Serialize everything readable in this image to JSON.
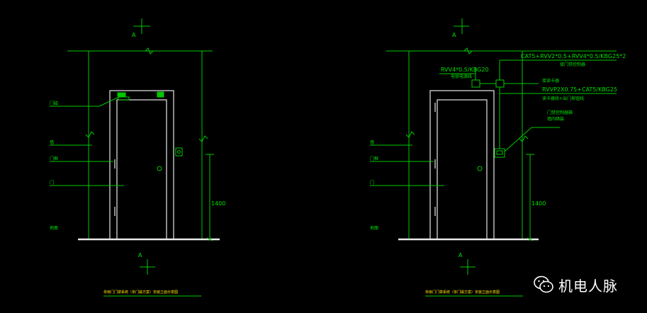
{
  "left_drawing": {
    "section_mark_top": "A",
    "section_mark_bottom": "A",
    "labels": [
      "门磁",
      "墙",
      "门框",
      "门",
      "地面"
    ],
    "dimension": "1400",
    "caption": "单扇门门禁系统（单门磁方案）安装立面示意图"
  },
  "right_drawing": {
    "section_mark_top": "A",
    "section_mark_bottom": "A",
    "cable_1": "RVV4*0.5/KBG20",
    "cable_1_note": "电锁电源线",
    "cable_2": "CAT5+RVV2*0.5+RVV4*0.5/KBG25*2",
    "cable_2_note": "接门禁控制器",
    "cable_3": "RVVP2X0.75+CAT5/KBG25",
    "cable_3_note": "接读卡器",
    "cable_3_sub": "读卡器线+出门按钮线",
    "box_note": "门禁控制器箱",
    "box_note_2": "墙内暗装",
    "labels": [
      "墙",
      "门框",
      "门",
      "地面"
    ],
    "dimension": "1400",
    "caption": "单扇门门禁系统（单门磁方案）安装立面示意图"
  },
  "watermark": {
    "text": "机电人脉",
    "icon": "wechat-icon"
  }
}
